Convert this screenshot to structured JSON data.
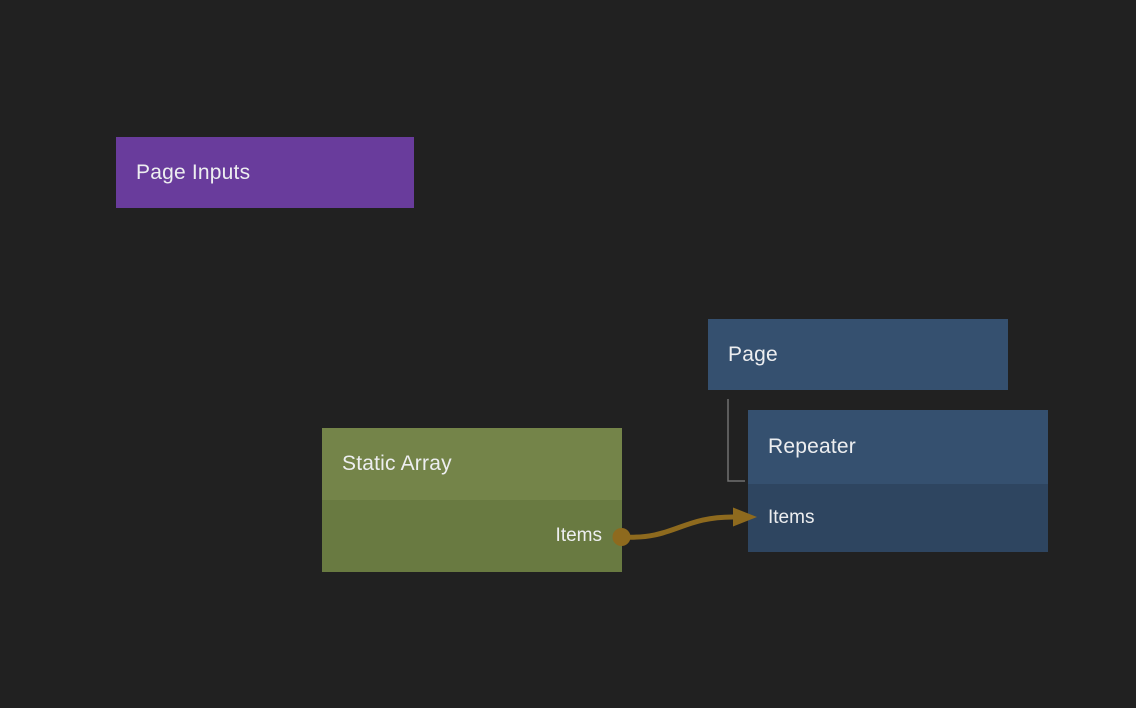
{
  "canvas": {
    "background_color": "#212121",
    "text_color": "#edeef0"
  },
  "nodes": {
    "page_inputs": {
      "title": "Page Inputs",
      "color": "#693c9c"
    },
    "page": {
      "title": "Page",
      "color": "#35506f"
    },
    "repeater": {
      "title": "Repeater",
      "header_color": "#35506f",
      "row_color": "#2e4560",
      "inputs": [
        {
          "label": "Items"
        }
      ]
    },
    "static_array": {
      "title": "Static Array",
      "header_color": "#748449",
      "row_color": "#697a41",
      "outputs": [
        {
          "label": "Items"
        }
      ]
    }
  },
  "edges": {
    "items_connection": {
      "from": "Static Array / Items",
      "to": "Repeater / Items",
      "color": "#8e6a1e"
    },
    "page_repeater_hierarchy": {
      "from": "Page",
      "to": "Repeater",
      "color": "#717171"
    }
  }
}
